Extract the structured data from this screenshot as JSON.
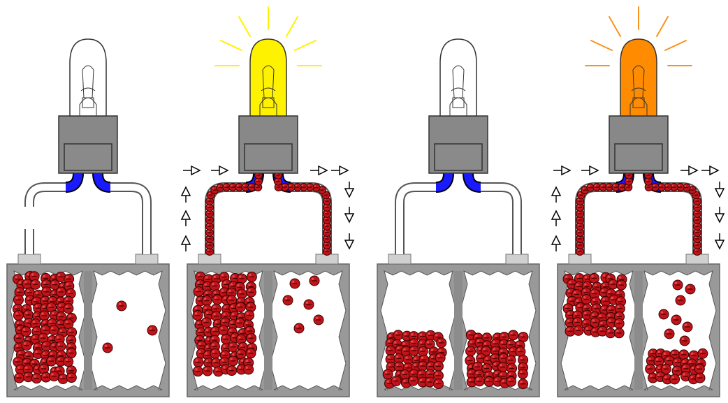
{
  "panels": [
    {
      "id": "panel-1",
      "state": "open-circuit",
      "bulb_on": false,
      "bulb_color": "#ffffff",
      "ray_color": "",
      "wire_broken": true,
      "current_flowing": false,
      "battery": {
        "left_fill": 1.0,
        "left_density": "full",
        "right_particles": 3,
        "right_low_pool": false
      }
    },
    {
      "id": "panel-2",
      "state": "lit-yellow",
      "bulb_on": true,
      "bulb_color": "#fff200",
      "ray_color": "#fff200",
      "wire_broken": false,
      "current_flowing": true,
      "battery": {
        "left_fill": 0.9,
        "left_density": "full",
        "right_particles": 6,
        "right_low_pool": false
      }
    },
    {
      "id": "panel-3",
      "state": "discharged",
      "bulb_on": false,
      "bulb_color": "#ffffff",
      "ray_color": "",
      "wire_broken": false,
      "current_flowing": false,
      "battery": {
        "left_fill": 0.45,
        "left_density": "bottom",
        "right_particles": 0,
        "right_low_pool": true
      }
    },
    {
      "id": "panel-4",
      "state": "lit-orange",
      "bulb_on": true,
      "bulb_color": "#ff8c00",
      "ray_color": "#f7941d",
      "wire_broken": false,
      "current_flowing": true,
      "battery": {
        "left_fill": 0.55,
        "left_density": "top",
        "right_particles": 8,
        "right_low_pool": true
      }
    }
  ],
  "colors": {
    "particle": "#c0141a",
    "particle_dark": "#7a0008",
    "wire_insulation": "#1a1aff",
    "terminal": "#d0d0d0",
    "case": "#999999",
    "socket": "#888888",
    "arrow": "#000000"
  }
}
